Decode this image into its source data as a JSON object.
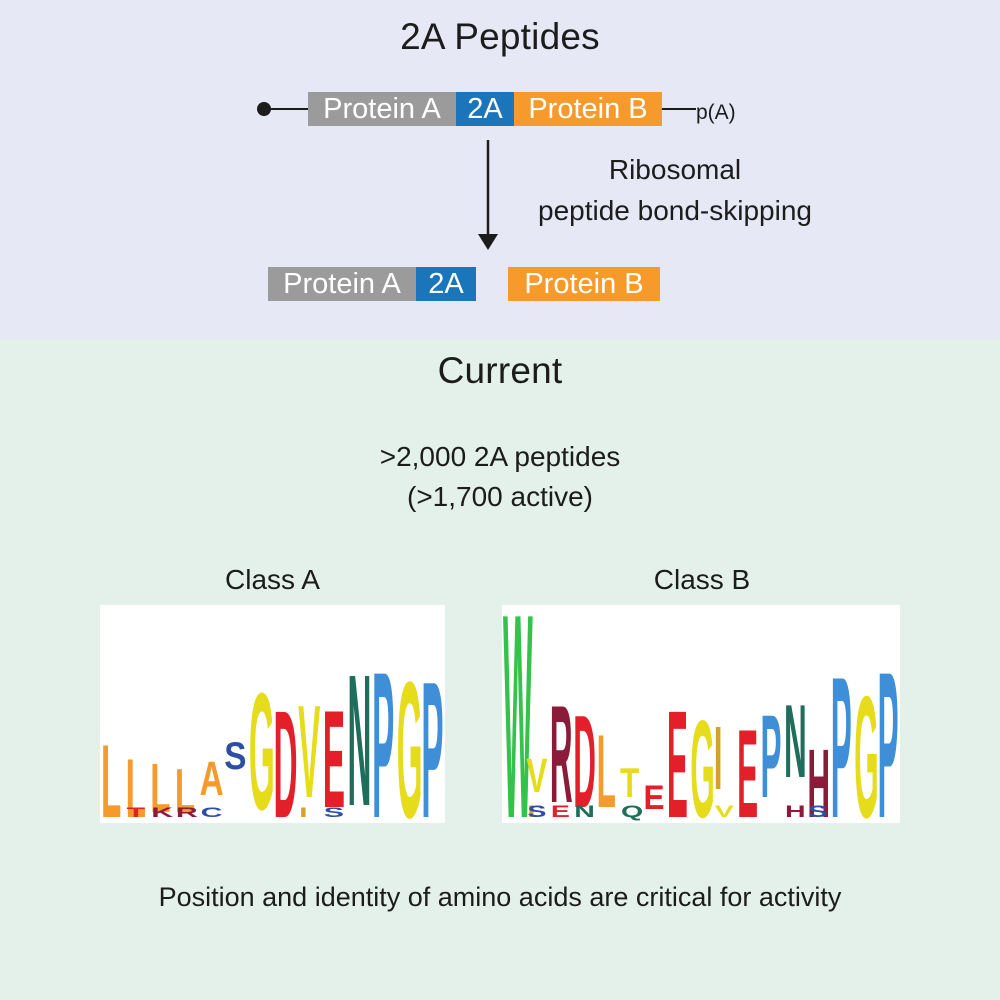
{
  "top": {
    "title": "2A Peptides",
    "construct": {
      "protein_a": "Protein A",
      "peptide": "2A",
      "protein_b": "Protein B",
      "polya": "p(A)"
    },
    "process_label_line1": "Ribosomal",
    "process_label_line2": "peptide bond-skipping",
    "products": {
      "protein_a": "Protein A",
      "peptide": "2A",
      "protein_b": "Protein B"
    }
  },
  "bottom": {
    "title": "Current",
    "count_line1": ">2,000 2A peptides",
    "count_line2": "(>1,700 active)",
    "class_a_label": "Class A",
    "class_b_label": "Class B",
    "class_a_logo": [
      {
        "letter": "L",
        "color": "#f59a2b"
      },
      {
        "letter": "L",
        "color": "#f59a2b"
      },
      {
        "letter": "L",
        "color": "#f59a2b"
      },
      {
        "letter": "L",
        "color": "#f59a2b"
      },
      {
        "letter": "A",
        "color": "#f59a2b"
      },
      {
        "letter": "S",
        "color": "#2d4fa3"
      },
      {
        "letter": "G",
        "color": "#e6dc1c"
      },
      {
        "letter": "D",
        "color": "#e3202a"
      },
      {
        "letter": "V",
        "color": "#e6dc1c"
      },
      {
        "letter": "E",
        "color": "#e3202a"
      },
      {
        "letter": "N",
        "color": "#1f6e5c"
      },
      {
        "letter": "P",
        "color": "#3f8fd8"
      },
      {
        "letter": "G",
        "color": "#e6dc1c"
      },
      {
        "letter": "P",
        "color": "#3f8fd8"
      }
    ],
    "class_b_logo": [
      {
        "letter": "W",
        "color": "#34c24a"
      },
      {
        "letter": "V",
        "color": "#e6dc1c"
      },
      {
        "letter": "R",
        "color": "#8c1b3a"
      },
      {
        "letter": "D",
        "color": "#e3202a"
      },
      {
        "letter": "L",
        "color": "#f59a2b"
      },
      {
        "letter": "T",
        "color": "#e6dc1c"
      },
      {
        "letter": "E",
        "color": "#e3202a"
      },
      {
        "letter": "E",
        "color": "#e3202a"
      },
      {
        "letter": "G",
        "color": "#e6dc1c"
      },
      {
        "letter": "I",
        "color": "#d6a12a"
      },
      {
        "letter": "E",
        "color": "#e3202a"
      },
      {
        "letter": "P",
        "color": "#3f8fd8"
      },
      {
        "letter": "N",
        "color": "#1f6e5c"
      },
      {
        "letter": "H",
        "color": "#8c1b3a"
      },
      {
        "letter": "P",
        "color": "#3f8fd8"
      },
      {
        "letter": "G",
        "color": "#e6dc1c"
      },
      {
        "letter": "P",
        "color": "#3f8fd8"
      }
    ],
    "caption": "Position and identity of amino acids are critical for activity"
  }
}
